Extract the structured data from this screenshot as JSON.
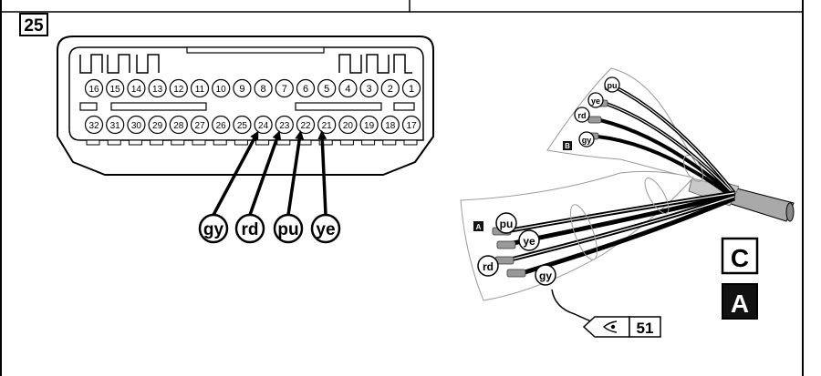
{
  "step": {
    "number": "25"
  },
  "connector": {
    "top_row": [
      "16",
      "15",
      "14",
      "13",
      "12",
      "11",
      "10",
      "9",
      "8",
      "7",
      "6",
      "5",
      "4",
      "3",
      "2",
      "1"
    ],
    "bottom_row": [
      "32",
      "31",
      "30",
      "29",
      "28",
      "27",
      "26",
      "25",
      "24",
      "23",
      "22",
      "21",
      "20",
      "19",
      "18",
      "17"
    ]
  },
  "wires": [
    {
      "label": "gy",
      "pin": "24"
    },
    {
      "label": "rd",
      "pin": "23"
    },
    {
      "label": "pu",
      "pin": "22"
    },
    {
      "label": "ye",
      "pin": "21"
    }
  ],
  "harness_b": {
    "tag": "B",
    "wires": [
      "pu",
      "ye",
      "rd",
      "gy"
    ]
  },
  "harness_a": {
    "tag": "A",
    "wires": [
      "pu",
      "ye",
      "rd",
      "gy"
    ]
  },
  "reference": {
    "page": "51",
    "icon": "eye-icon"
  },
  "side_labels": {
    "c": "C",
    "a": "A"
  }
}
